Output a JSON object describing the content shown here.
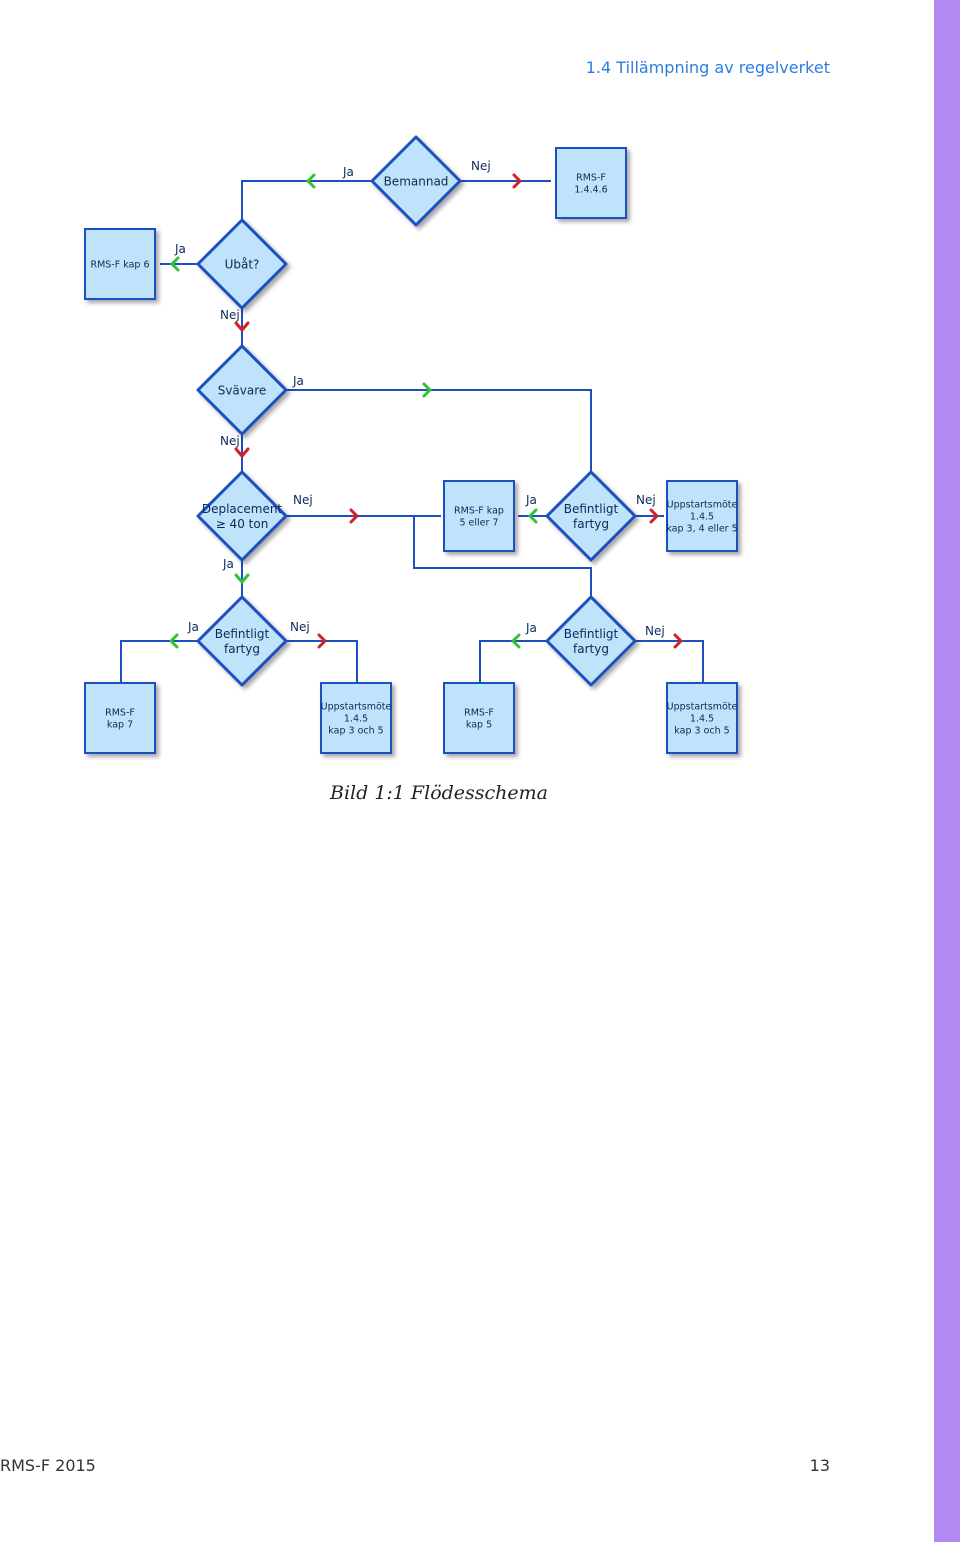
{
  "header": {
    "title": "1.4 Tillämpning av regelverket"
  },
  "flowchart": {
    "nodes": [
      {
        "id": "bemannad",
        "shape": "diamond",
        "lines": [
          "Bemannad"
        ]
      },
      {
        "id": "rmsf-1446",
        "shape": "box",
        "lines": [
          "RMS-F",
          "1.4.4.6"
        ]
      },
      {
        "id": "rmsf-kap6",
        "shape": "box",
        "lines": [
          "RMS-F kap 6"
        ]
      },
      {
        "id": "ubat",
        "shape": "diamond",
        "lines": [
          "Ubåt?"
        ]
      },
      {
        "id": "svavare",
        "shape": "diamond",
        "lines": [
          "Svävare"
        ]
      },
      {
        "id": "deplacement",
        "shape": "diamond",
        "lines": [
          "Deplacement",
          "≥ 40 ton"
        ]
      },
      {
        "id": "rmsf-kap5-7",
        "shape": "box",
        "lines": [
          "RMS-F kap",
          "5 eller 7"
        ]
      },
      {
        "id": "befintligt-1",
        "shape": "diamond",
        "lines": [
          "Befintligt",
          "fartyg"
        ]
      },
      {
        "id": "uppstart-345",
        "shape": "box",
        "lines": [
          "Uppstartsmöte",
          "1.4.5",
          "kap 3, 4 eller 5"
        ]
      },
      {
        "id": "befintligt-2",
        "shape": "diamond",
        "lines": [
          "Befintligt",
          "fartyg"
        ]
      },
      {
        "id": "befintligt-3",
        "shape": "diamond",
        "lines": [
          "Befintligt",
          "fartyg"
        ]
      },
      {
        "id": "rmsf-kap7",
        "shape": "box",
        "lines": [
          "RMS-F",
          "kap 7"
        ]
      },
      {
        "id": "uppstart-35a",
        "shape": "box",
        "lines": [
          "Uppstartsmöte",
          "1.4.5",
          "kap 3 och 5"
        ]
      },
      {
        "id": "rmsf-kap5",
        "shape": "box",
        "lines": [
          "RMS-F",
          "kap 5"
        ]
      },
      {
        "id": "uppstart-35b",
        "shape": "box",
        "lines": [
          "Uppstartsmöte",
          "1.4.5",
          "kap 3 och 5"
        ]
      }
    ],
    "labels": [
      {
        "id": "bemannad-ja",
        "text": "Ja"
      },
      {
        "id": "bemannad-nej",
        "text": "Nej"
      },
      {
        "id": "ubat-ja",
        "text": "Ja"
      },
      {
        "id": "ubat-nej",
        "text": "Nej"
      },
      {
        "id": "svavare-ja",
        "text": "Ja"
      },
      {
        "id": "svavare-nej",
        "text": "Nej"
      },
      {
        "id": "depl-nej",
        "text": "Nej"
      },
      {
        "id": "depl-ja",
        "text": "Ja"
      },
      {
        "id": "bef1-ja",
        "text": "Ja"
      },
      {
        "id": "bef1-nej",
        "text": "Nej"
      },
      {
        "id": "bef2-ja",
        "text": "Ja"
      },
      {
        "id": "bef2-nej",
        "text": "Nej"
      },
      {
        "id": "bef3-ja",
        "text": "Ja"
      },
      {
        "id": "bef3-nej",
        "text": "Nej"
      }
    ]
  },
  "caption": "Bild 1:1 Flödesschema",
  "footer": {
    "left": "RMS-F 2015",
    "page": "13"
  },
  "colors": {
    "node_fill": "#bfe3fa",
    "node_border": "#1e4fc0",
    "line": "#1e4fc0",
    "yes_arrow": "#33c233",
    "no_arrow": "#d42020",
    "accent_bar": "#b08af2",
    "header_text": "#2a7de1"
  }
}
